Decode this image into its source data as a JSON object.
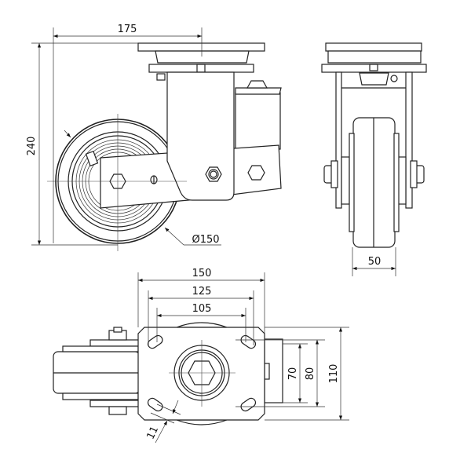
{
  "title": "Swivel castor with suspension - dimension drawing",
  "dimensions": {
    "offset": "175",
    "height": "240",
    "wheel_diameter": "Ø150",
    "wheel_width": "50",
    "plate_length": "150",
    "hole_spacing_outer": "125",
    "hole_spacing_inner": "105",
    "plate_width": "110",
    "hole_spacing_width_outer": "80",
    "hole_spacing_width_inner": "70",
    "hole_diameter": "11"
  },
  "colors": {
    "line": "#222222",
    "background": "#ffffff"
  }
}
